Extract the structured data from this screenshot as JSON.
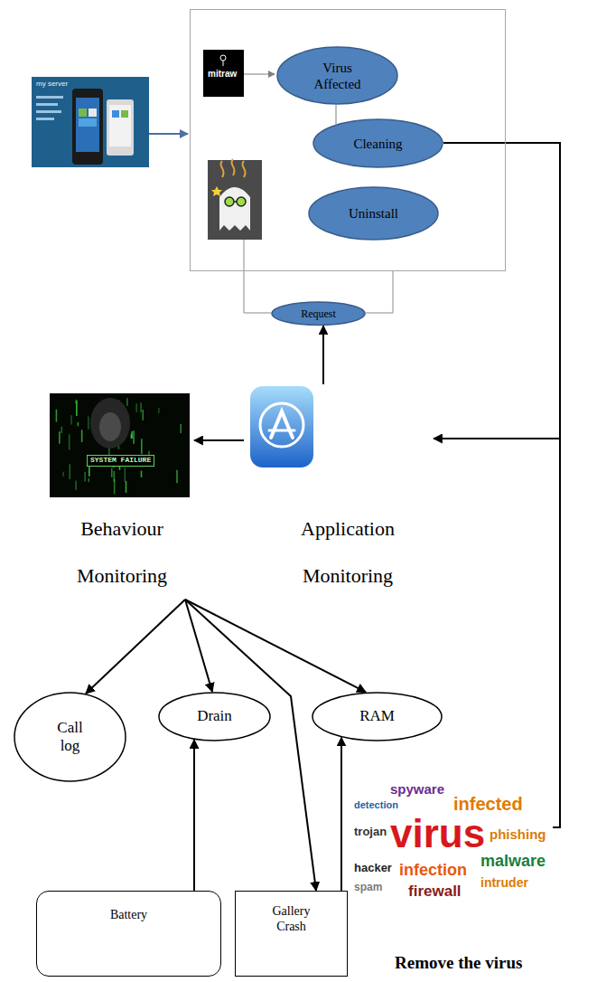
{
  "diagram": {
    "nodes": [
      {
        "text": []
      },
      {
        "text": [
          "Virus Affected"
        ],
        "in": 0
      },
      {
        "text": [
          "Cleaning"
        ],
        "in": 0
      },
      {
        "text": [
          "Uninstall"
        ],
        "in": 0
      },
      {
        "text": [
          "Request"
        ]
      },
      {
        "text": [
          "Behaviour Monitoring"
        ]
      },
      {
        "text": [
          "Application Monitoring"
        ]
      },
      {
        "text": [
          "Call log"
        ]
      },
      {
        "text": [
          "Drain"
        ]
      },
      {
        "text": [
          "RAM"
        ]
      },
      {
        "text": [
          "Battery"
        ]
      },
      {
        "text": [
          "Gallery Crash"
        ]
      },
      {
        "text": [
          "spyware",
          "detection",
          "infected",
          "trojan",
          "virus",
          "phishing",
          "hacker",
          "infection",
          "malware",
          "firewall",
          "intruder",
          "spam",
          "Remove the virus"
        ]
      }
    ],
    "edges": [
      {
        "from": 1,
        "to": 2,
        "arrow": "none"
      },
      {
        "from": 2,
        "to": 6,
        "arrow": "to"
      },
      {
        "from": 2,
        "to": 12,
        "arrow": "none"
      },
      {
        "from": 0,
        "to": 4,
        "arrow": "none"
      },
      {
        "from": 6,
        "to": 4,
        "arrow": "to"
      },
      {
        "from": 6,
        "to": 5,
        "arrow": "to"
      },
      {
        "from": 5,
        "to": 7,
        "arrow": "to"
      },
      {
        "from": 5,
        "to": 8,
        "arrow": "to"
      },
      {
        "from": 5,
        "to": 11,
        "arrow": "to"
      },
      {
        "from": 5,
        "to": 9,
        "arrow": "to"
      },
      {
        "from": 10,
        "to": 8,
        "arrow": "to"
      },
      {
        "from": 11,
        "to": 9,
        "arrow": "to"
      }
    ],
    "labels": [
      "mitraw",
      "my server",
      "SYSTEM FAILURE"
    ]
  }
}
